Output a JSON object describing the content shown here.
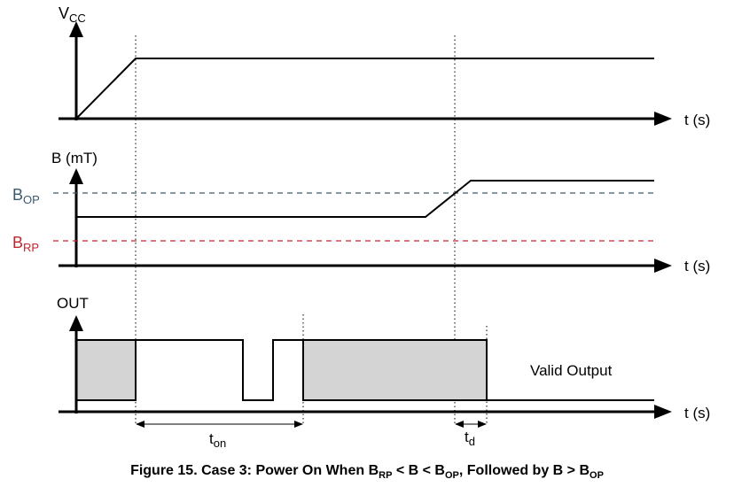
{
  "panels": {
    "vcc": {
      "label_main": "V",
      "label_sub": "CC",
      "time_label": "t (s)"
    },
    "b": {
      "label": "B (mT)",
      "time_label": "t (s)"
    },
    "out": {
      "label": "OUT",
      "time_label": "t (s)",
      "annotation": "Valid Output"
    }
  },
  "thresholds": {
    "bop": {
      "main": "B",
      "sub": "OP",
      "color": "#3c5a6e"
    },
    "brp": {
      "main": "B",
      "sub": "RP",
      "color": "#c0262e"
    }
  },
  "intervals": {
    "ton": {
      "main": "t",
      "sub": "on"
    },
    "td": {
      "main": "t",
      "sub": "d"
    }
  },
  "caption": {
    "prefix": "Figure 15.  Case 3: Power On When B",
    "sub1": "RP",
    "mid1": " < B < B",
    "sub2": "OP",
    "mid2": ", Followed by B > B",
    "sub3": "OP"
  }
}
